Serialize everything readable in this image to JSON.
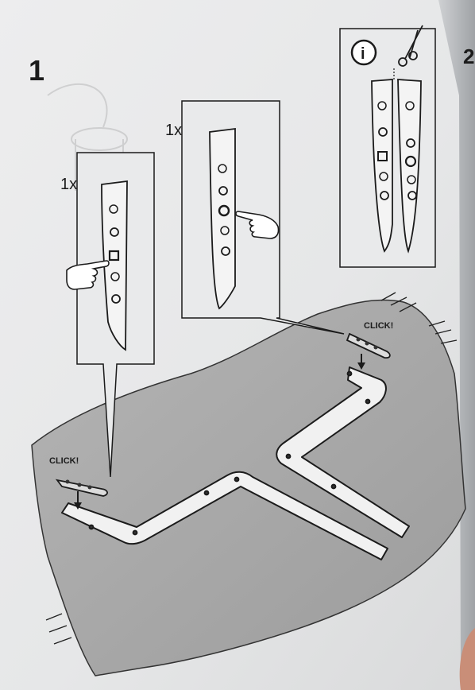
{
  "manual": {
    "step_number": "1",
    "info_icon_label": "i",
    "callout_left": {
      "quantity": "1x"
    },
    "callout_right": {
      "quantity": "1x"
    },
    "click_left": "CLICK!",
    "click_right": "CLICK!",
    "next_page_step_fragment": "2",
    "colors": {
      "paper": "#efeff0",
      "carpet": "#a9a9a9",
      "ink": "#1b1b1b"
    }
  }
}
